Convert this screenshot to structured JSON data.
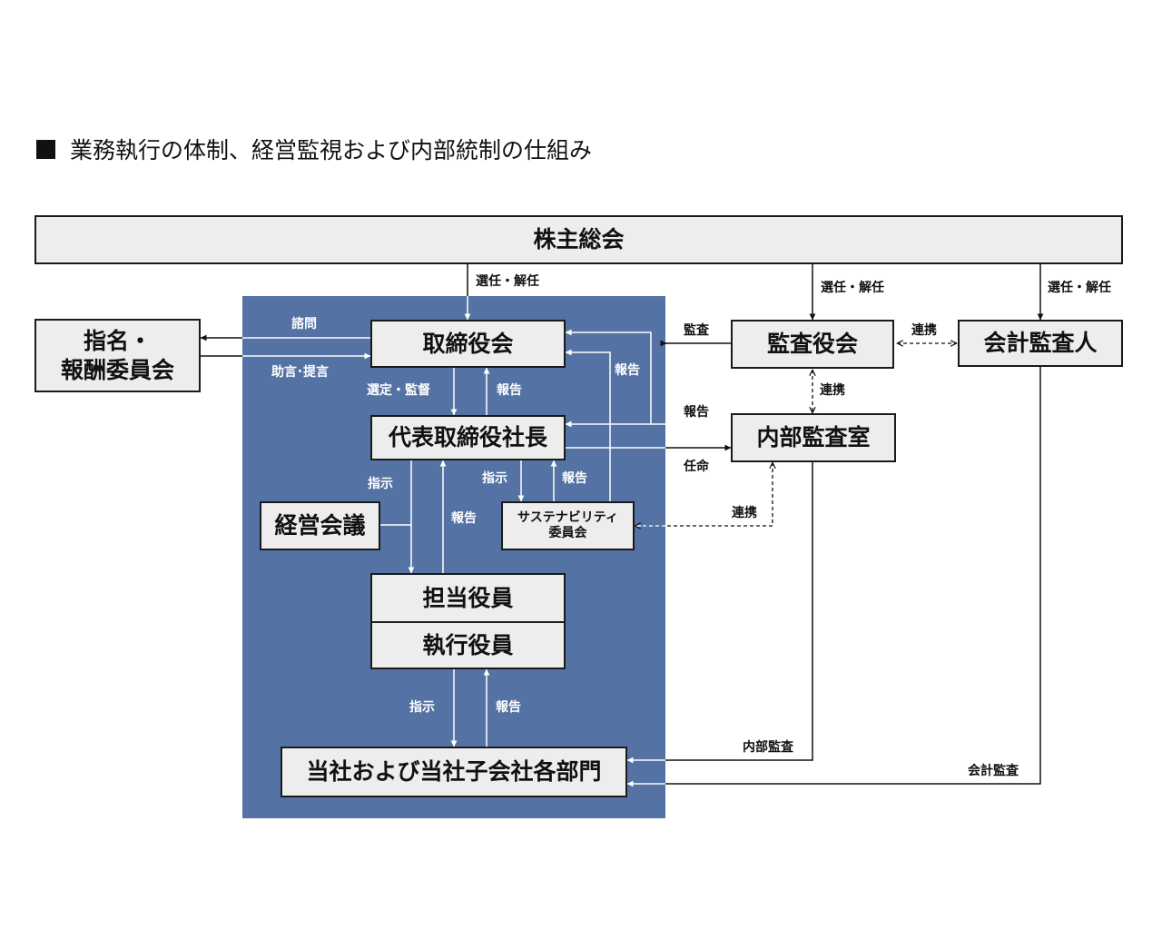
{
  "title": "業務執行の体制、経営監視および内部統制の仕組み",
  "boxes": {
    "shareholders": "株主総会",
    "nomination_line1": "指名・",
    "nomination_line2": "報酬委員会",
    "board": "取締役会",
    "president": "代表取締役社長",
    "mgmt_meeting": "経営会議",
    "sustain_line1": "サステナビリティ",
    "sustain_line2": "委員会",
    "officer_in_charge": "担当役員",
    "exec_officer": "執行役員",
    "departments": "当社および当社子会社各部門",
    "audit_board": "監査役会",
    "internal_audit": "内部監査室",
    "accounting_auditor": "会計監査人"
  },
  "labels": {
    "elect_board": "選任・解任",
    "elect_audit": "選任・解任",
    "elect_acct": "選任・解任",
    "inquiry": "諮問",
    "advice": "助言･提言",
    "select_supervise": "選定・監督",
    "report_pres_board": "報告",
    "report_sustain_board": "報告",
    "audit_arrow": "監査",
    "liaison_audit_acct": "連携",
    "liaison_audit_internal": "連携",
    "report_internal_pres": "報告",
    "appoint": "任命",
    "instruct_pres_officer": "指示",
    "report_officer_pres": "報告",
    "instruct_pres_sustain": "指示",
    "report_sustain_pres": "報告",
    "liaison_internal_sustain": "連携",
    "instruct_officer_dept": "指示",
    "report_dept_officer": "報告",
    "internal_audit_arrow": "内部監査",
    "accounting_audit_arrow": "会計監査"
  }
}
